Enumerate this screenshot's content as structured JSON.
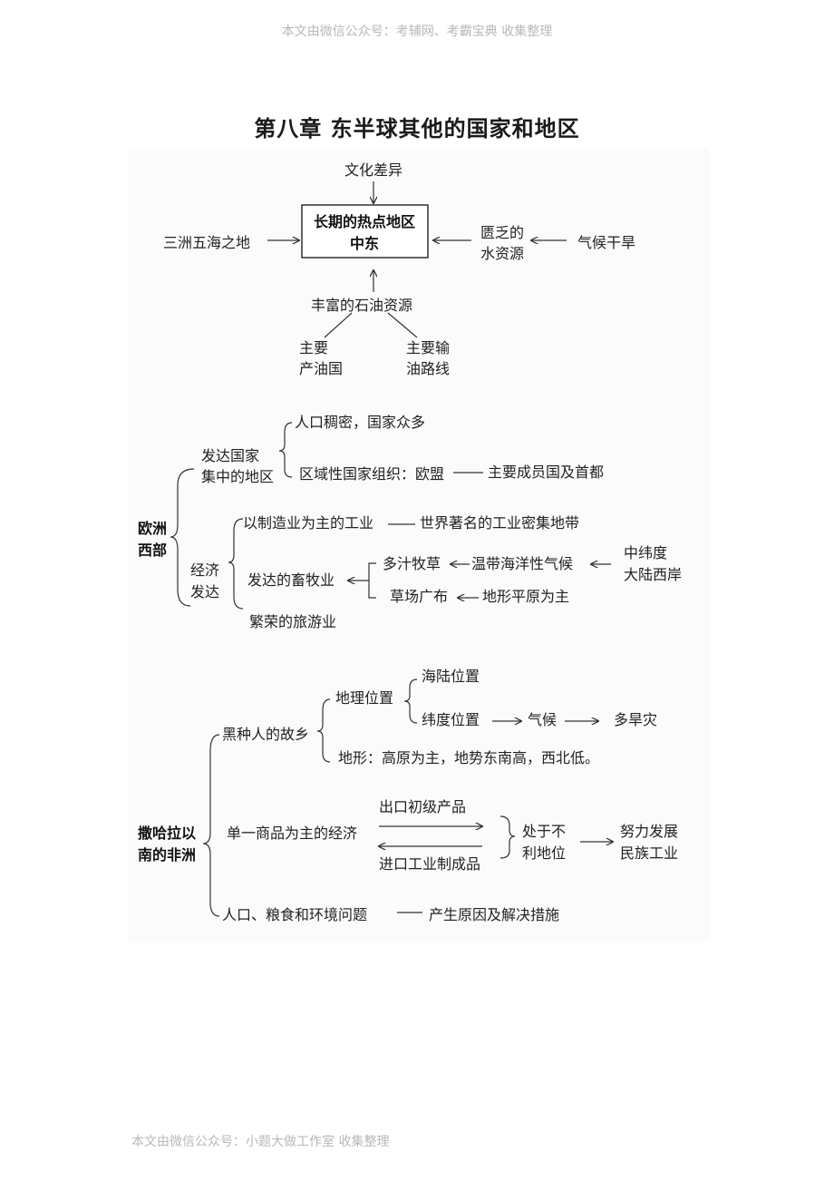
{
  "watermark_top": "本文由微信公众号：考辅网、考霸宝典 收集整理",
  "watermark_bottom": "本文由微信公众号：小题大做工作室 收集整理",
  "title": "第八章   东半球其他的国家和地区",
  "middle_east": {
    "center_line1": "长期的热点地区",
    "center_line2": "中东",
    "culture": "文化差异",
    "location": "三洲五海之地",
    "water_line1": "匮乏的",
    "water_line2": "水资源",
    "climate": "气候干旱",
    "oil": "丰富的石油资源",
    "producer_line1": "主要",
    "producer_line2": "产油国",
    "route_line1": "主要输",
    "route_line2": "油路线"
  },
  "western_europe": {
    "root_line1": "欧洲",
    "root_line2": "西部",
    "developed_line1": "发达国家",
    "developed_line2": "集中的地区",
    "population": "人口稠密，国家众多",
    "org": "区域性国家组织：欧盟",
    "members": "主要成员国及首都",
    "economy_line1": "经济",
    "economy_line2": "发达",
    "manufacturing": "以制造业为主的工业",
    "industrial_belt": "世界著名的工业密集地带",
    "livestock": "发达的畜牧业",
    "grass": "多汁牧草",
    "oceanic": "温带海洋性气候",
    "lat_line1": "中纬度",
    "lat_line2": "大陆西岸",
    "pasture": "草场广布",
    "plain": "地形平原为主",
    "tourism": "繁荣的旅游业"
  },
  "africa": {
    "root_line1": "撒哈拉以",
    "root_line2": "南的非洲",
    "home": "黑种人的故乡",
    "geo_position": "地理位置",
    "sea_land": "海陆位置",
    "latitude": "纬度位置",
    "climate": "气候",
    "drought": "多旱灾",
    "terrain": "地形：高原为主，地势东南高，西北低。",
    "single_commodity": "单一商品为主的经济",
    "export": "出口初级产品",
    "import": "进口工业制成品",
    "disadv_line1": "处于不",
    "disadv_line2": "利地位",
    "develop_line1": "努力发展",
    "develop_line2": "民族工业",
    "population_issue": "人口、粮食和环境问题",
    "causes": "产生原因及解决措施"
  }
}
